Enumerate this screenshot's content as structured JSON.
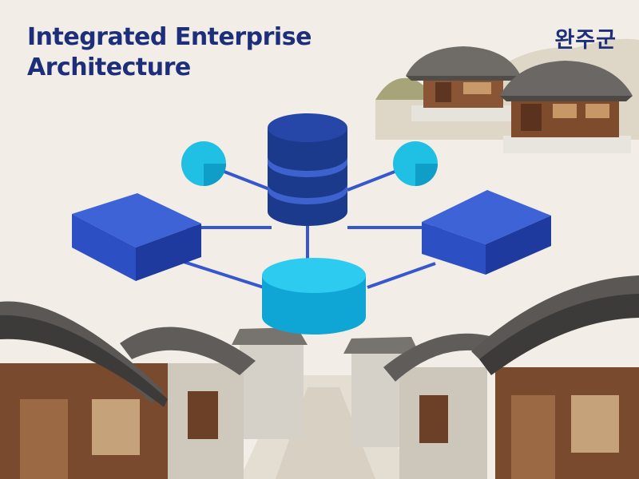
{
  "header": {
    "title_line1": "Integrated Enterprise",
    "title_line2": "Architecture",
    "region_label": "완주군"
  },
  "colors": {
    "background": "#f2ede6",
    "title_text": "#1d2f7a",
    "database_dark": "#1b3a8c",
    "database_band": "#3d62d0",
    "server_block": "#2c4fc4",
    "cylinder_cyan": "#15b9e3",
    "node_cyan": "#1fc0e4",
    "connector": "#3658cc",
    "roof": "#6e6a66",
    "wall": "#7a4a2e",
    "plaster": "#d9d4cc"
  },
  "illustration": {
    "central_element": "database-cylinder-icon",
    "nodes": [
      "cyan-node-icon",
      "cyan-node-icon"
    ],
    "blocks": [
      "server-block-icon",
      "server-block-icon"
    ],
    "storage": "storage-disk-icon",
    "scenery": "hanok-village-alley"
  }
}
